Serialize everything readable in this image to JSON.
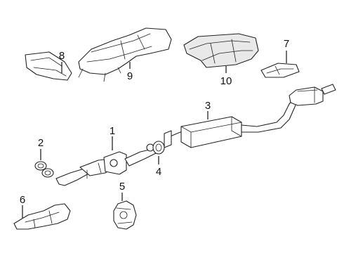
{
  "callouts": {
    "c1": "1",
    "c2": "2",
    "c3": "3",
    "c4": "4",
    "c5": "5",
    "c6": "6",
    "c7": "7",
    "c8": "8",
    "c9": "9",
    "c10": "10"
  },
  "colors": {
    "line": "#222222",
    "background": "#ffffff"
  }
}
